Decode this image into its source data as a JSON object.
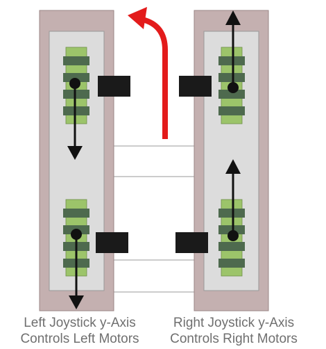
{
  "captions": {
    "left": {
      "line1": "Left Joystick y-Axis",
      "line2": "Controls Left Motors"
    },
    "right": {
      "line1": "Right Joystick y-Axis",
      "line2": "Controls Right Motors"
    }
  },
  "wheels": [
    {
      "side": "left",
      "position": "front",
      "direction": "backward"
    },
    {
      "side": "left",
      "position": "rear",
      "direction": "backward"
    },
    {
      "side": "right",
      "position": "front",
      "direction": "forward"
    },
    {
      "side": "right",
      "position": "rear",
      "direction": "forward"
    }
  ],
  "turn": {
    "direction": "left"
  },
  "colors": {
    "track_frame": "#c4b0b0",
    "track_inner": "#dcdcdc",
    "tread_light": "#9cc46a",
    "tread_dark": "#4e6a4e",
    "motor": "#1a1a1a",
    "arrow": "#111111",
    "turn_arrow": "#e31b1b",
    "caption_text": "#6f6f6f"
  }
}
